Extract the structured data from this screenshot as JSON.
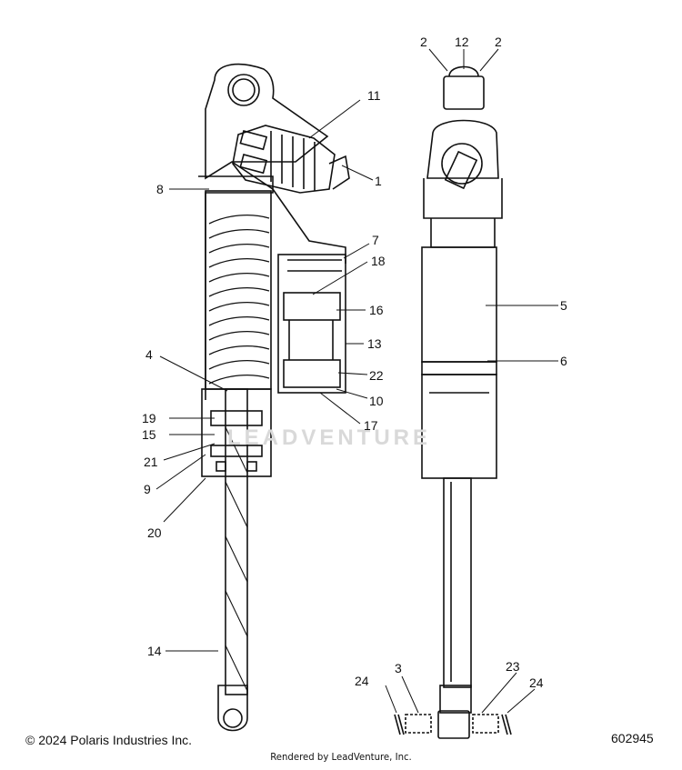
{
  "diagram": {
    "callouts": [
      {
        "id": "c1",
        "text": "1"
      },
      {
        "id": "c2a",
        "text": "2"
      },
      {
        "id": "c2b",
        "text": "2"
      },
      {
        "id": "c3",
        "text": "3"
      },
      {
        "id": "c4",
        "text": "4"
      },
      {
        "id": "c5",
        "text": "5"
      },
      {
        "id": "c6",
        "text": "6"
      },
      {
        "id": "c7",
        "text": "7"
      },
      {
        "id": "c8",
        "text": "8"
      },
      {
        "id": "c9",
        "text": "9"
      },
      {
        "id": "c10",
        "text": "10"
      },
      {
        "id": "c11",
        "text": "11"
      },
      {
        "id": "c12",
        "text": "12"
      },
      {
        "id": "c13",
        "text": "13"
      },
      {
        "id": "c14",
        "text": "14"
      },
      {
        "id": "c15",
        "text": "15"
      },
      {
        "id": "c16",
        "text": "16"
      },
      {
        "id": "c17",
        "text": "17"
      },
      {
        "id": "c18",
        "text": "18"
      },
      {
        "id": "c19",
        "text": "19"
      },
      {
        "id": "c20",
        "text": "20"
      },
      {
        "id": "c21",
        "text": "21"
      },
      {
        "id": "c22",
        "text": "22"
      },
      {
        "id": "c23",
        "text": "23"
      },
      {
        "id": "c24a",
        "text": "24"
      },
      {
        "id": "c24b",
        "text": "24"
      }
    ],
    "watermark": "LEADVENTURE",
    "colors": {
      "line": "#111111",
      "watermark": "#d9d9d9"
    }
  },
  "footer": {
    "copyright": "© 2024 Polaris Industries Inc.",
    "diagram_number": "602945",
    "render_credit": "Rendered by LeadVenture, Inc."
  }
}
